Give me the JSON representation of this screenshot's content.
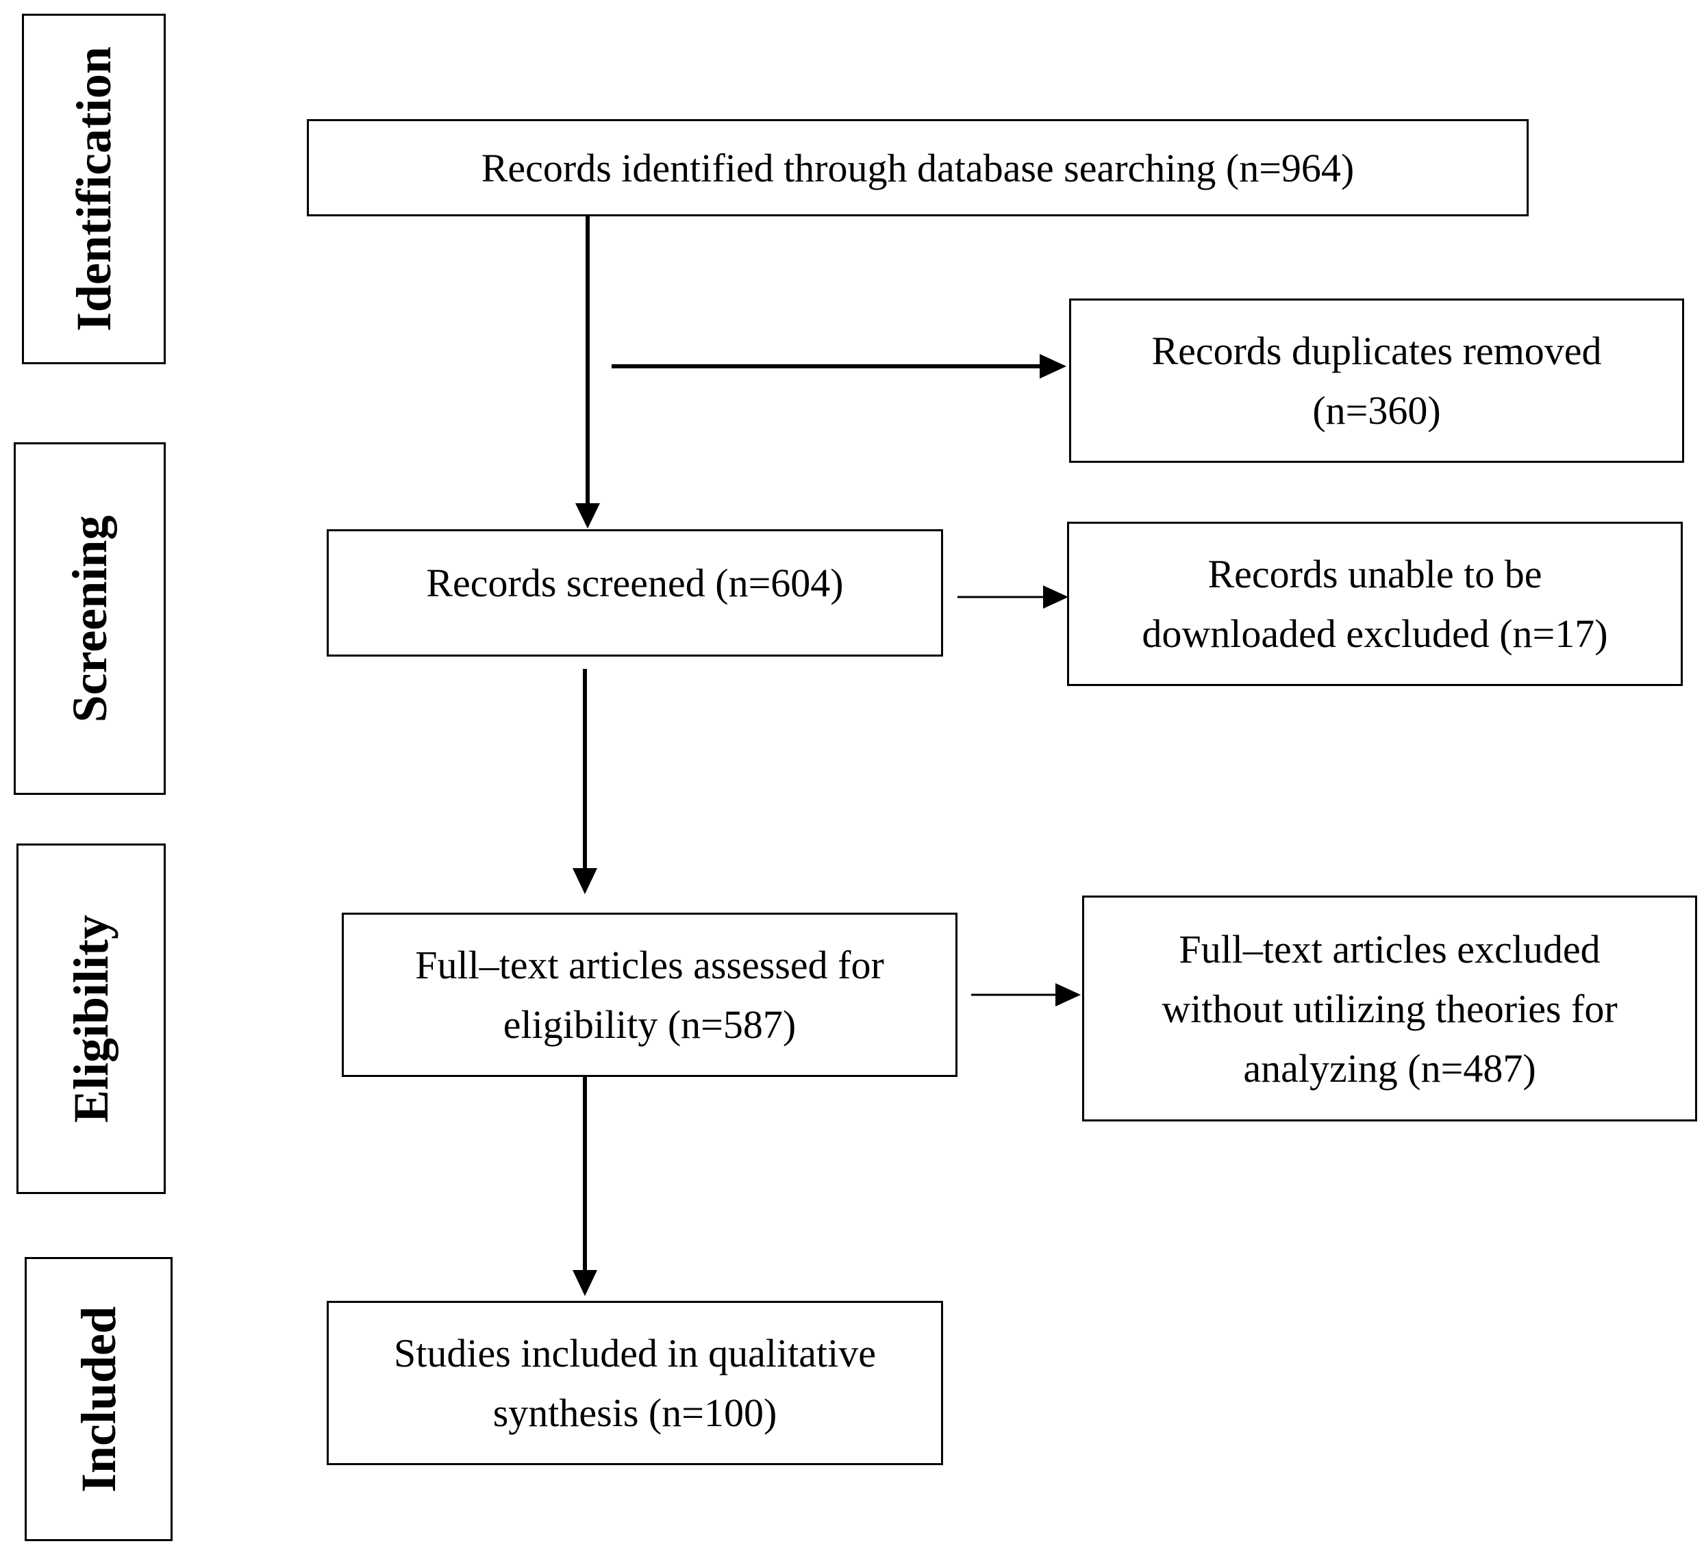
{
  "stages": {
    "identification": "Identification",
    "screening": "Screening",
    "eligibility": "Eligibility",
    "included": "Included"
  },
  "boxes": {
    "identified": "Records identified through database searching (n=964)",
    "duplicates": "Records duplicates removed (n=360)",
    "screened": "Records screened (n=604)",
    "unable": "Records unable to be downloaded excluded (n=17)",
    "fulltext_assessed": "Full–text articles assessed for eligibility (n=587)",
    "fulltext_excluded": "Full–text articles excluded without utilizing theories for analyzing (n=487)",
    "included": "Studies included in qualitative synthesis (n=100)"
  }
}
